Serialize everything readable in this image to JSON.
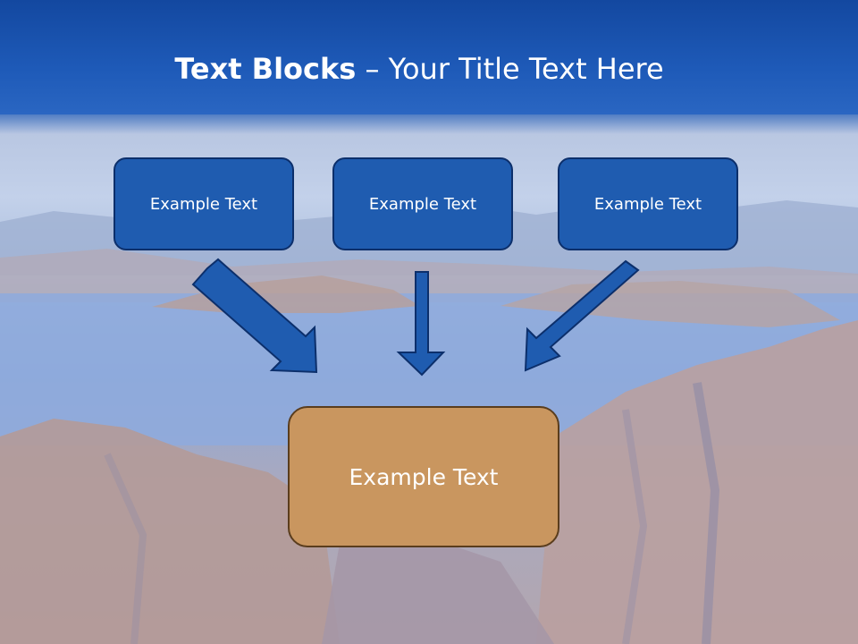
{
  "slide": {
    "title_bold": "Text Blocks",
    "title_separator": " – ",
    "title_rest": "Your Title Text Here"
  },
  "blocks": [
    {
      "label": "Example Text"
    },
    {
      "label": "Example Text"
    },
    {
      "label": "Example Text"
    }
  ],
  "result_block": {
    "label": "Example Text"
  },
  "colors": {
    "header_blue": "#1e5ab8",
    "block_blue": "#1f5cb0",
    "block_border": "#0c2f6b",
    "result_tan": "#c9965f",
    "arrow_blue": "#1f5cb0"
  }
}
